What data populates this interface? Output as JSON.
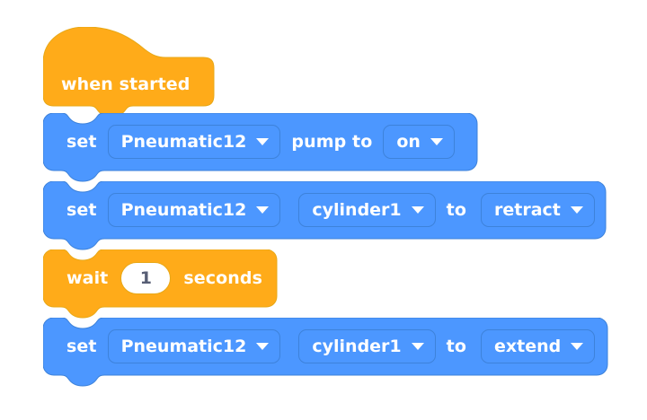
{
  "canvas": {
    "background": "#ffffff",
    "palette": {
      "event_block": "#ffab19",
      "event_block_stroke": "#e8a817",
      "control_block": "#ffab19",
      "control_block_stroke": "#e8a817",
      "pneumatic_block": "#4c97ff",
      "pneumatic_block_stroke": "#3d82da",
      "dropdown_fill": "#4c97ff",
      "dropdown_stroke": "#3d82da",
      "label_text": "#ffffff",
      "input_text": "#575e75",
      "input_fill": "#ffffff"
    }
  },
  "script": {
    "name": "pneumatic-cylinder-script",
    "blocks": [
      {
        "id": "when-started",
        "type": "hat",
        "category": "event",
        "label": "when started"
      },
      {
        "id": "set-pump",
        "type": "stack",
        "category": "pneumatic",
        "parts": [
          {
            "kind": "label",
            "text": "set"
          },
          {
            "kind": "dropdown",
            "name": "device-dropdown",
            "value": "Pneumatic12"
          },
          {
            "kind": "label",
            "text": "pump to"
          },
          {
            "kind": "dropdown",
            "name": "pump-state-dropdown",
            "value": "on"
          }
        ]
      },
      {
        "id": "set-cylinder-retract",
        "type": "stack",
        "category": "pneumatic",
        "parts": [
          {
            "kind": "label",
            "text": "set"
          },
          {
            "kind": "dropdown",
            "name": "device-dropdown",
            "value": "Pneumatic12"
          },
          {
            "kind": "dropdown",
            "name": "cylinder-dropdown",
            "value": "cylinder1"
          },
          {
            "kind": "label",
            "text": "to"
          },
          {
            "kind": "dropdown",
            "name": "cylinder-state-dropdown",
            "value": "retract"
          }
        ]
      },
      {
        "id": "wait-seconds",
        "type": "stack",
        "category": "control",
        "parts": [
          {
            "kind": "label",
            "text": "wait"
          },
          {
            "kind": "number",
            "name": "wait-duration-input",
            "value": "1"
          },
          {
            "kind": "label",
            "text": "seconds"
          }
        ]
      },
      {
        "id": "set-cylinder-extend",
        "type": "stack",
        "category": "pneumatic",
        "parts": [
          {
            "kind": "label",
            "text": "set"
          },
          {
            "kind": "dropdown",
            "name": "device-dropdown",
            "value": "Pneumatic12"
          },
          {
            "kind": "dropdown",
            "name": "cylinder-dropdown",
            "value": "cylinder1"
          },
          {
            "kind": "label",
            "text": "to"
          },
          {
            "kind": "dropdown",
            "name": "cylinder-state-dropdown",
            "value": "extend"
          }
        ]
      }
    ]
  },
  "labels": {
    "set": "set",
    "pump_to": "pump to",
    "to": "to",
    "wait": "wait",
    "seconds": "seconds",
    "when_started": "when started"
  },
  "values": {
    "device": "Pneumatic12",
    "pump_state": "on",
    "cylinder": "cylinder1",
    "cylinder_state_retract": "retract",
    "cylinder_state_extend": "extend",
    "wait_seconds": "1"
  },
  "icons": {
    "dropdown_arrow": "chevron-down-icon"
  }
}
